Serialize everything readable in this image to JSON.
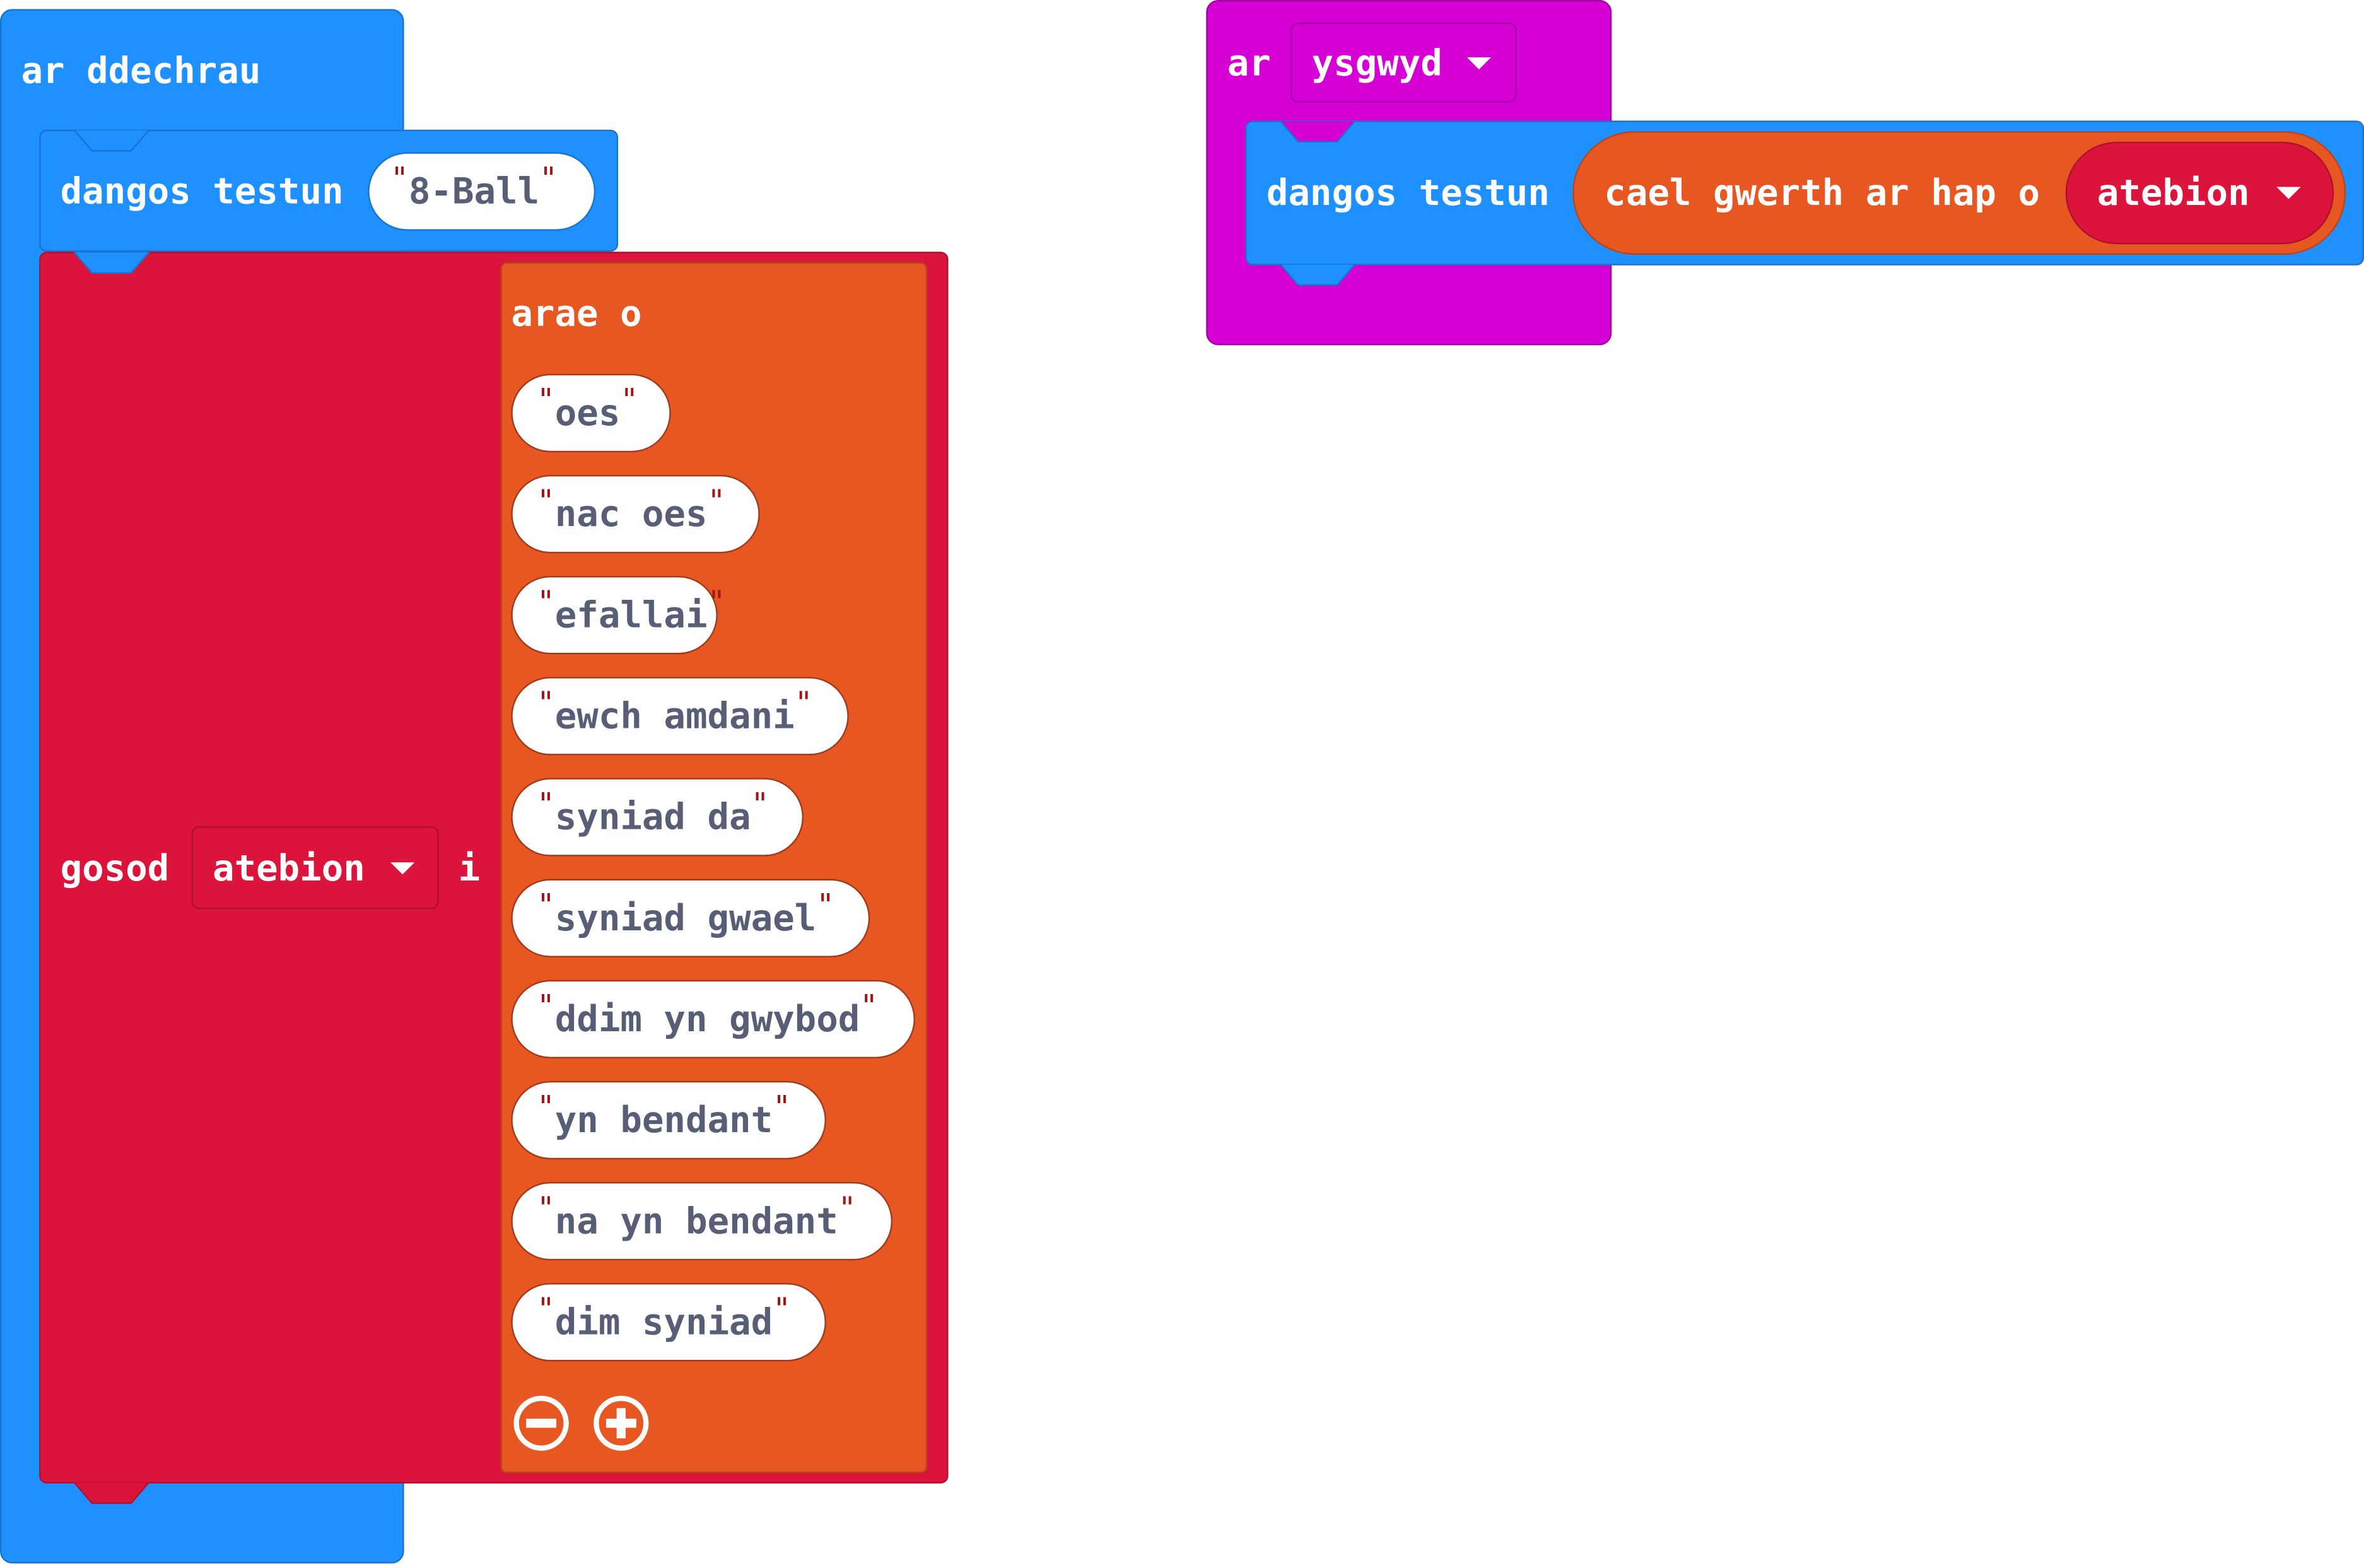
{
  "colors": {
    "events_blue": "#1e90ff",
    "basic_blue": "#1e90ff",
    "variables_red": "#dc143c",
    "arrays_orange": "#e65722",
    "input_magenta": "#d400d4",
    "string_text": "#575e75"
  },
  "on_start": {
    "label": "ar ddechrau",
    "show_string": {
      "label": "dangos testun",
      "value": "8-Ball"
    },
    "set_variable": {
      "set_label": "gosod",
      "variable": "atebion",
      "to_label": "i",
      "array": {
        "label": "arae o",
        "items": [
          "oes",
          "nac oes",
          "efallai",
          "ewch amdani",
          "syniad da",
          "syniad gwael",
          "ddim yn gwybod",
          "yn bendant",
          "na yn bendant",
          "dim syniad"
        ],
        "remove_icon": "minus-circle-icon",
        "add_icon": "plus-circle-icon"
      }
    }
  },
  "on_gesture": {
    "label": "ar",
    "gesture": "ysgwyd",
    "show_string": {
      "label": "dangos testun",
      "random_label": "cael gwerth ar hap o",
      "variable": "atebion"
    }
  }
}
